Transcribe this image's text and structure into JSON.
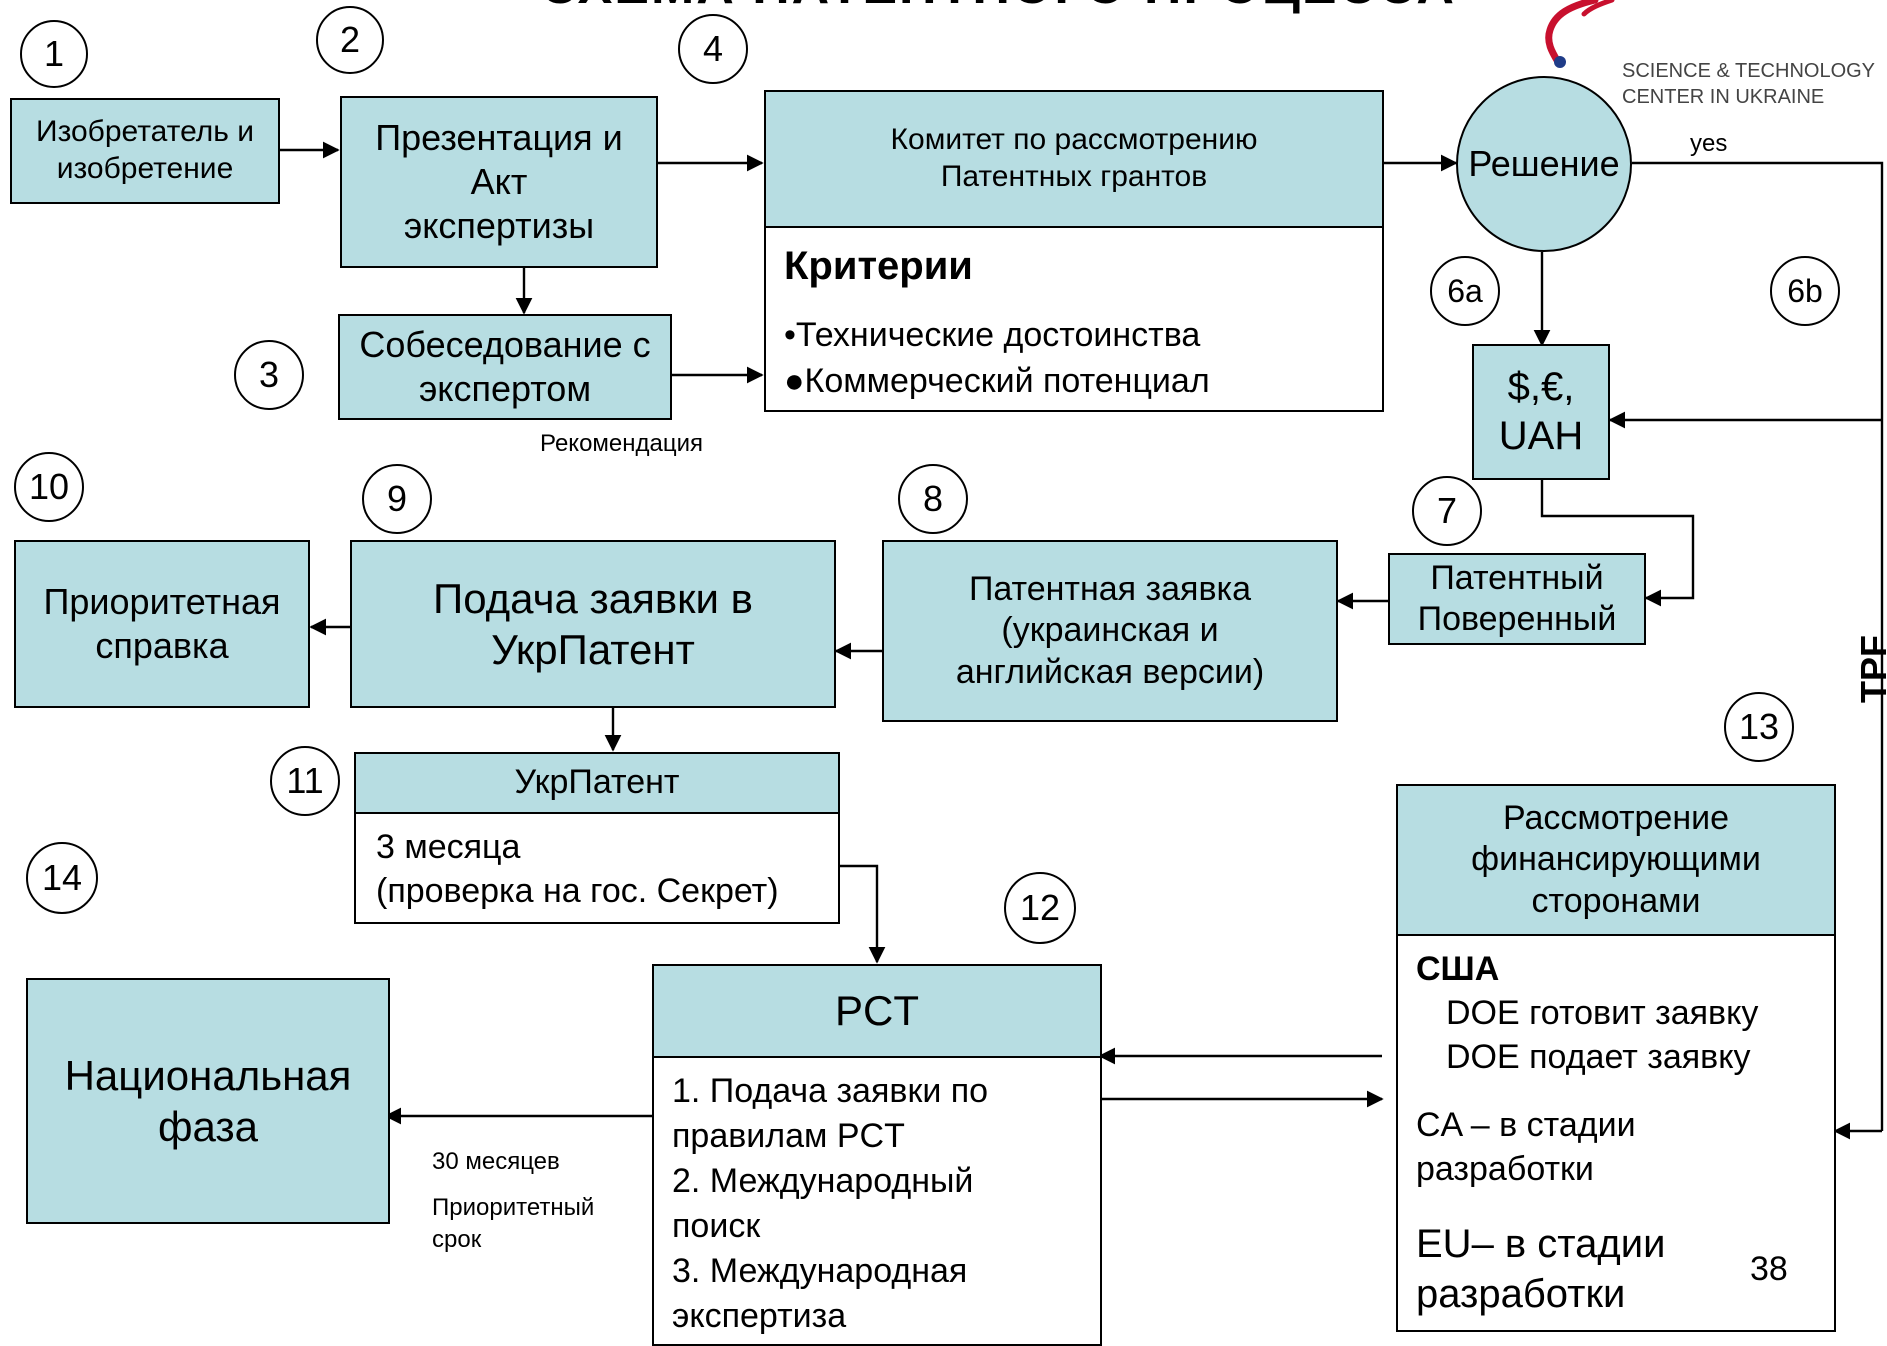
{
  "title_partial": "СХЕМА ПАТЕНТНОГО ПРОЦЕССА",
  "logo": {
    "line1": "SCIENCE & TECHNOLOGY",
    "line2": "CENTER IN UKRAINE",
    "colors": {
      "swirl": "#c8102e",
      "dot": "#1f3c88"
    }
  },
  "steps": [
    "1",
    "2",
    "3",
    "4",
    "6a",
    "6b",
    "7",
    "8",
    "9",
    "10",
    "11",
    "12",
    "13",
    "14"
  ],
  "boxes": {
    "inventor": [
      "Изобретатель и",
      "изобретение"
    ],
    "presentation": [
      "Презентация и",
      "Акт",
      "экспертизы"
    ],
    "interview": [
      "Собеседование с",
      "экспертом"
    ],
    "committee": [
      "Комитет по рассмотрению",
      "Патентных грантов"
    ],
    "criteria": {
      "heading": "Критерии",
      "items": [
        "•Технические достоинства",
        "●Коммерческий потенциал"
      ]
    },
    "decision": "Решение",
    "money": [
      "$,€,",
      "UAH"
    ],
    "attorney": [
      "Патентный",
      "Поверенный"
    ],
    "application": [
      "Патентная заявка",
      "(украинская и",
      "английская версии)"
    ],
    "filing": [
      "Подача заявки в",
      "УкрПатент"
    ],
    "priority_cert": [
      "Приоритетная",
      "справка"
    ],
    "ukrpatent": {
      "header": "УкрПатент",
      "body": [
        "3 месяца",
        "(проверка на гос. Секрет)"
      ]
    },
    "pct": {
      "header": "PCT",
      "body": [
        "1. Подача заявки по",
        "правилам  PCT",
        "2. Международный",
        "поиск",
        "3. Международная",
        "экспертиза"
      ]
    },
    "national": [
      "Национальная",
      "фаза"
    ],
    "funders": {
      "header": [
        "Рассмотрение",
        "финансирующими",
        "сторонами"
      ],
      "usa": "США",
      "usa_items": [
        "DOE готовит заявку",
        "DOE подает заявку"
      ],
      "ca": [
        "CA – в стадии",
        "разработки"
      ],
      "eu": [
        "EU– в стадии",
        "разработки"
      ]
    }
  },
  "labels": {
    "recommendation": "Рекомендация",
    "yes": "yes",
    "tpf": "TPF",
    "months30": "30 месяцев",
    "priority_term": [
      "Приоритетный",
      "срок"
    ],
    "page_number": "38"
  }
}
